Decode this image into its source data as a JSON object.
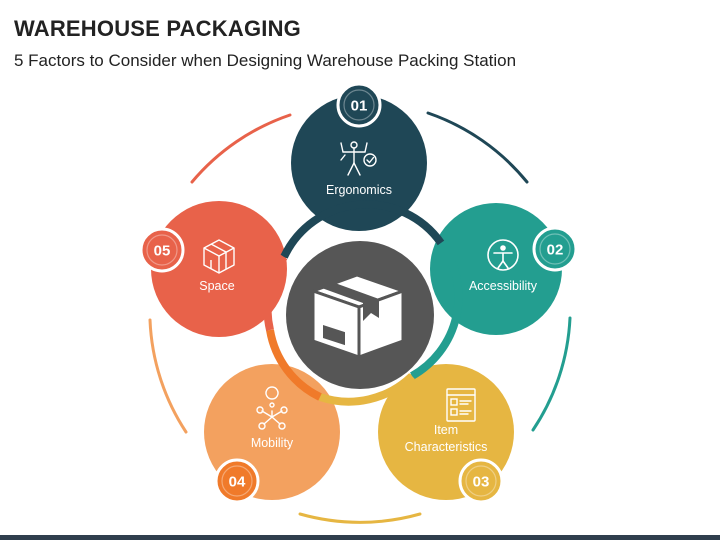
{
  "slide": {
    "title": "WAREHOUSE PACKAGING",
    "subtitle": "5 Factors to Consider when Designing Warehouse Packing Station"
  },
  "center": {
    "icon": "box-icon"
  },
  "factors": [
    {
      "number": "01",
      "label": "Ergonomics",
      "icon": "vitruvian-man-icon",
      "color": "#1f4756"
    },
    {
      "number": "02",
      "label": "Accessibility",
      "icon": "accessibility-icon",
      "color": "#239e90"
    },
    {
      "number": "03",
      "label_line1": "Item",
      "label_line2": "Characteristics",
      "icon": "document-list-icon",
      "color": "#e6b642"
    },
    {
      "number": "04",
      "label": "Mobility",
      "icon": "network-pin-icon",
      "color": "#f3a15f"
    },
    {
      "number": "05",
      "label": "Space",
      "icon": "cube-icon",
      "color": "#e8624a"
    }
  ],
  "colors": {
    "center": "#565656",
    "ring_top": "#1f4756",
    "ring_right": "#239e90",
    "ring_bottom_right": "#e6b642",
    "ring_bottom_left": "#f07a2a",
    "ring_left": "#e8624a"
  }
}
